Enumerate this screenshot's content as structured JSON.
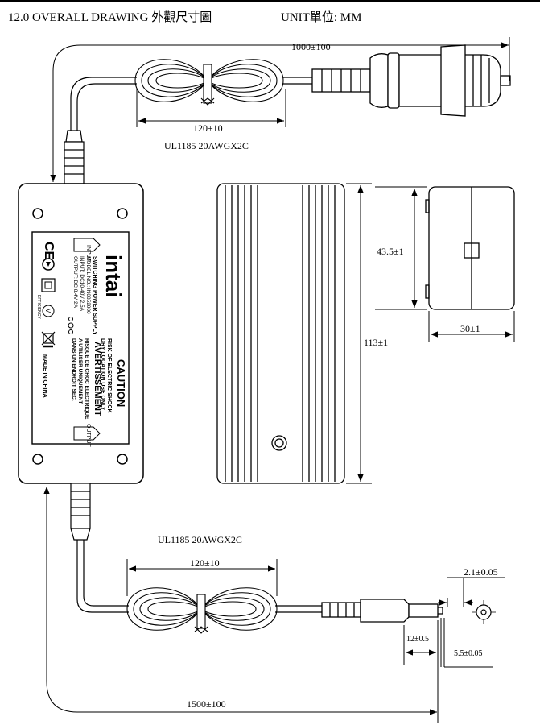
{
  "header": {
    "title": "12.0  OVERALL DRAWING 外觀尺寸圖",
    "unit": "UNIT單位: MM"
  },
  "dimensions": {
    "top_cable_length": "1000±100",
    "top_coil_length": "120±10",
    "top_cable_spec": "UL1185 20AWGX2C",
    "side_height_inner": "43.5±1",
    "body_length": "113±1",
    "side_depth": "30±1",
    "bottom_cable_spec": "UL1185 20AWGX2C",
    "bottom_coil_length": "120±10",
    "pin_inner_dia": "2.1±0.05",
    "plug_length": "12±0.5",
    "plug_outer_dia": "5.5±0.05",
    "bottom_cable_length": "1500±100"
  },
  "label": {
    "brand": "intai",
    "input_tag": "INPUT",
    "output_tag": "OUTPUT",
    "ce_mark": "CE",
    "v_mark": "V",
    "efficiency": "EFFICIENCY",
    "product": "SWITCHING POWER SUPPLY",
    "model": "MODEL NO.: IN0852000",
    "input_rating": "INPUT: DC10-40V  2.5A",
    "output_rating": "OUTPUT: DC 8.4V 2A",
    "caution_title": "CAUTION",
    "caution_line1": "RISK OF ELECTRIC SHOCK",
    "caution_line2": "DRY LOCATION USE ONLY",
    "avertissement": "AVERTISSEMENT",
    "fr_line1": "RISQUE DE CHOC ELECTRIQUE",
    "fr_line2": "A UTILISER UNIQUEMENT",
    "fr_line3": "DANS UN ENDROIT SEC.",
    "made_in": "MADE IN CHINA"
  }
}
